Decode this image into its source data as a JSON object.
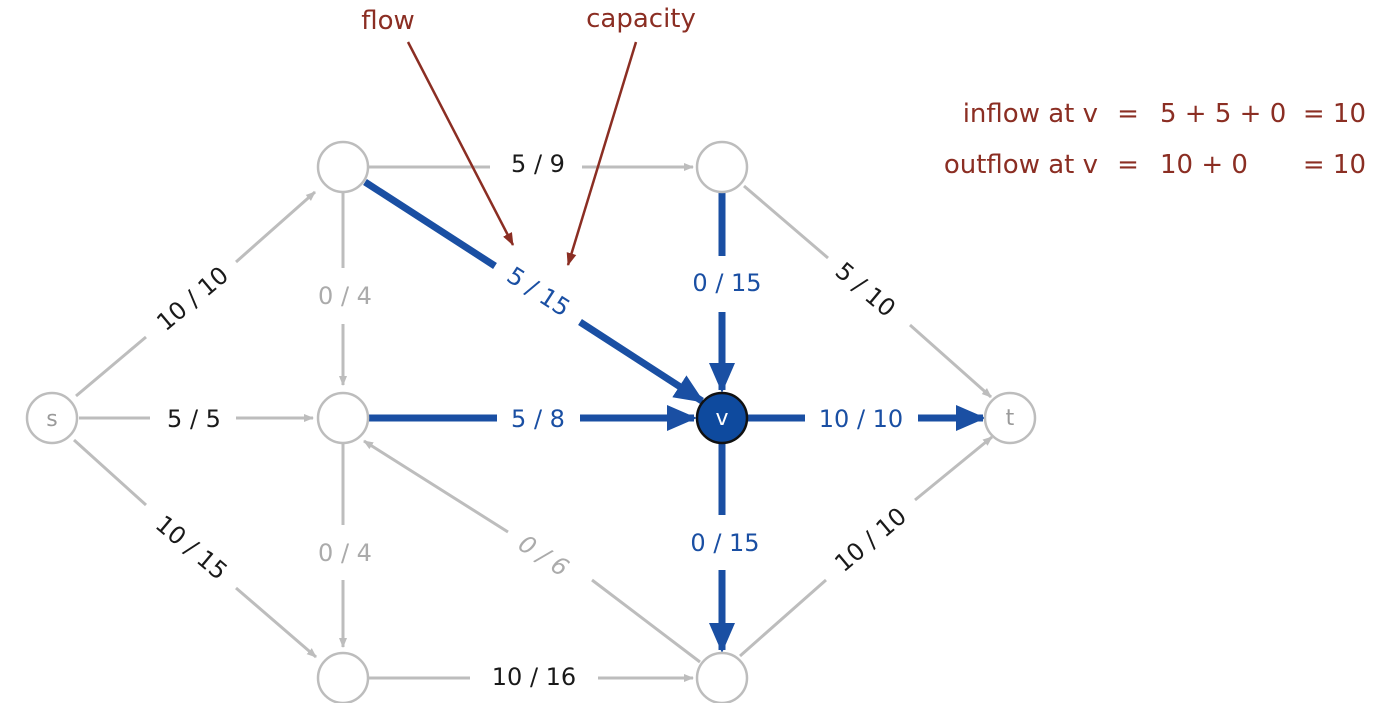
{
  "annotations": {
    "flow_label": "flow",
    "capacity_label": "capacity",
    "inflow": {
      "lhs": "inflow at v",
      "eq": "=",
      "expr": "5 + 5 + 0",
      "result": "= 10"
    },
    "outflow": {
      "lhs": "outflow at v",
      "eq": "=",
      "expr": "10 + 0",
      "result": "= 10"
    }
  },
  "nodes": {
    "s": "s",
    "v": "v",
    "t": "t"
  },
  "edges": {
    "s_a": "10 / 10",
    "s_b": "5 / 5",
    "s_c": "10 / 15",
    "a_d": "5 / 9",
    "a_b": "0 / 4",
    "a_v": "5 / 15",
    "d_v": "0 / 15",
    "d_t": "5 / 10",
    "b_v": "5 / 8",
    "v_t": "10 / 10",
    "v_e": "0 / 15",
    "b_c": "0 / 4",
    "e_b": "0 / 6",
    "c_e": "10 / 16",
    "e_t": "10 / 10"
  },
  "colors": {
    "gray": "#bdbdbd",
    "blue": "#1a4fa3",
    "red": "#8b2e23",
    "node_fill_v": "#0e4a9e"
  }
}
